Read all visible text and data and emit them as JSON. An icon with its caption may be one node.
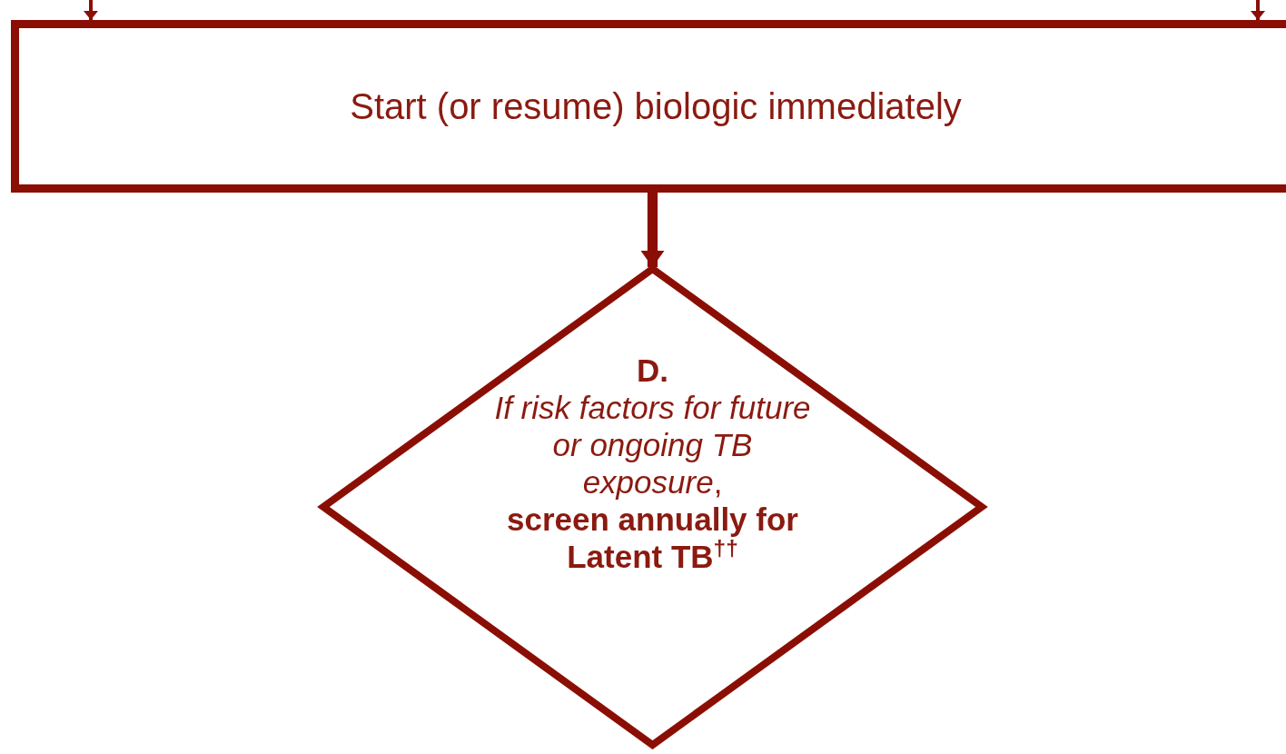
{
  "diagram": {
    "nodes": [
      {
        "text": [
          "Start (or resume) biologic immediately"
        ]
      },
      {
        "text": [
          "D.",
          "*If risk factors for future or ongoing TB exposure*,",
          "screen annually for Latent TB$^{††}$"
        ]
      }
    ],
    "edges": [
      {
        "from": null,
        "to": 0,
        "arrow": "to"
      },
      {
        "from": null,
        "to": 0,
        "arrow": "to"
      },
      {
        "from": 0,
        "to": 1,
        "arrow": "to",
        "style": "thick"
      }
    ]
  }
}
